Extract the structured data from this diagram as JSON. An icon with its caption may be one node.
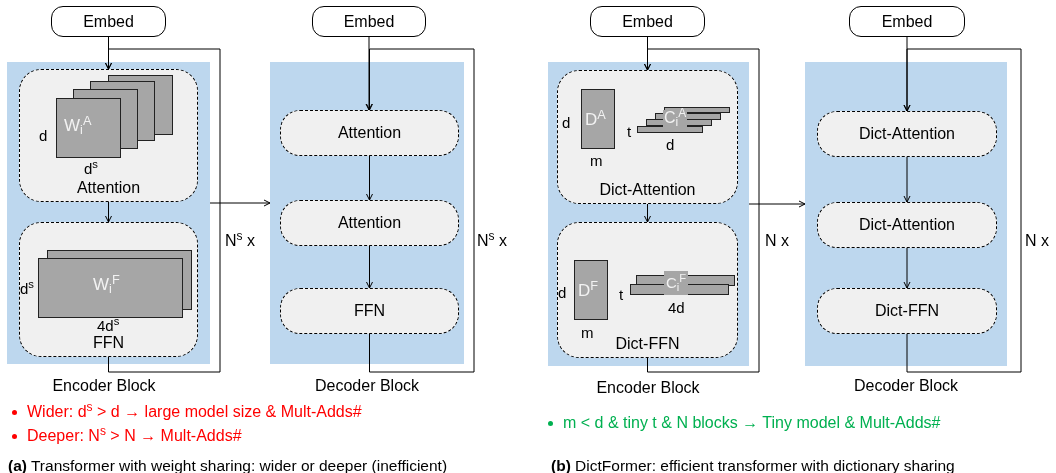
{
  "diagram": {
    "nodes": [
      {
        "text": [
          "Embed"
        ]
      },
      {
        "text": [],
        "shape": "box",
        "beside": [
          "Encoder Block"
        ]
      },
      {
        "text": [
          "Attention"
        ],
        "in": 1
      },
      {
        "text": [
          "W$_{i}$$^{A}$"
        ],
        "in": 2
      },
      {
        "text": [
          "FFN"
        ],
        "in": 1
      },
      {
        "text": [
          "W$_{i}$$^{F}$"
        ],
        "in": 4
      },
      {
        "text": [
          "Embed"
        ]
      },
      {
        "text": [],
        "shape": "box",
        "beside": [
          "Decoder Block"
        ]
      },
      {
        "text": [
          "Attention"
        ],
        "in": 7
      },
      {
        "text": [
          "Attention"
        ],
        "in": 7
      },
      {
        "text": [
          "FFN"
        ],
        "in": 7
      },
      {
        "text": [
          "Embed"
        ]
      },
      {
        "text": [],
        "shape": "box",
        "beside": [
          "Encoder Block"
        ]
      },
      {
        "text": [
          "Dict-Attention"
        ],
        "in": 12
      },
      {
        "text": [
          "D$^{A}$"
        ],
        "in": 13
      },
      {
        "text": [
          "C$_{i}$$^{A}$"
        ],
        "in": 13
      },
      {
        "text": [
          "Dict-FFN"
        ],
        "in": 12
      },
      {
        "text": [
          "D$^{F}$"
        ],
        "in": 16
      },
      {
        "text": [
          "C$_{i}$$^{F}$"
        ],
        "in": 16
      },
      {
        "text": [
          "Embed"
        ]
      },
      {
        "text": [],
        "shape": "box",
        "beside": [
          "Decoder Block"
        ]
      },
      {
        "text": [
          "Dict-Attention"
        ],
        "in": 20
      },
      {
        "text": [
          "Dict-Attention"
        ],
        "in": 20
      },
      {
        "text": [
          "Dict-FFN"
        ],
        "in": 20
      }
    ],
    "edges": [
      {
        "from": 0,
        "to": 2,
        "arrow": "to"
      },
      {
        "from": 2,
        "to": 4,
        "arrow": "to"
      },
      {
        "from": 4,
        "to": 2,
        "arrow": "to"
      },
      {
        "from": 1,
        "to": 7,
        "arrow": "to"
      },
      {
        "from": 6,
        "to": 8,
        "arrow": "to"
      },
      {
        "from": 8,
        "to": 9,
        "arrow": "to"
      },
      {
        "from": 9,
        "to": 10,
        "arrow": "to"
      },
      {
        "from": 10,
        "to": 8,
        "arrow": "to"
      },
      {
        "from": 11,
        "to": 13,
        "arrow": "to"
      },
      {
        "from": 13,
        "to": 16,
        "arrow": "to"
      },
      {
        "from": 16,
        "to": 13,
        "arrow": "to"
      },
      {
        "from": 12,
        "to": 20,
        "arrow": "to"
      },
      {
        "from": 19,
        "to": 21,
        "arrow": "to"
      },
      {
        "from": 21,
        "to": 22,
        "arrow": "to"
      },
      {
        "from": 22,
        "to": 23,
        "arrow": "to"
      },
      {
        "from": 23,
        "to": 21,
        "arrow": "to"
      }
    ],
    "labels": [
      "d",
      "d$^{s}$",
      "d$^{s}$",
      "4d$^{s}$",
      "N$^{s}$ x",
      "N$^{s}$ x",
      "d",
      "m",
      "t",
      "d",
      "d",
      "m",
      "t",
      "4d",
      "N x",
      "N x",
      "Wider: d$^{s}$ > d → large model size & Mult-Adds#",
      "Deeper: N$^{s}$ > N → Mult-Adds#",
      "m < d & tiny t & N blocks → Tiny model & Mult-Adds#",
      "**(a)** Transformer with weight sharing: wider or deeper (inefficient)",
      "**(b)** DictFormer: efficient transformer with dictionary sharing"
    ]
  }
}
